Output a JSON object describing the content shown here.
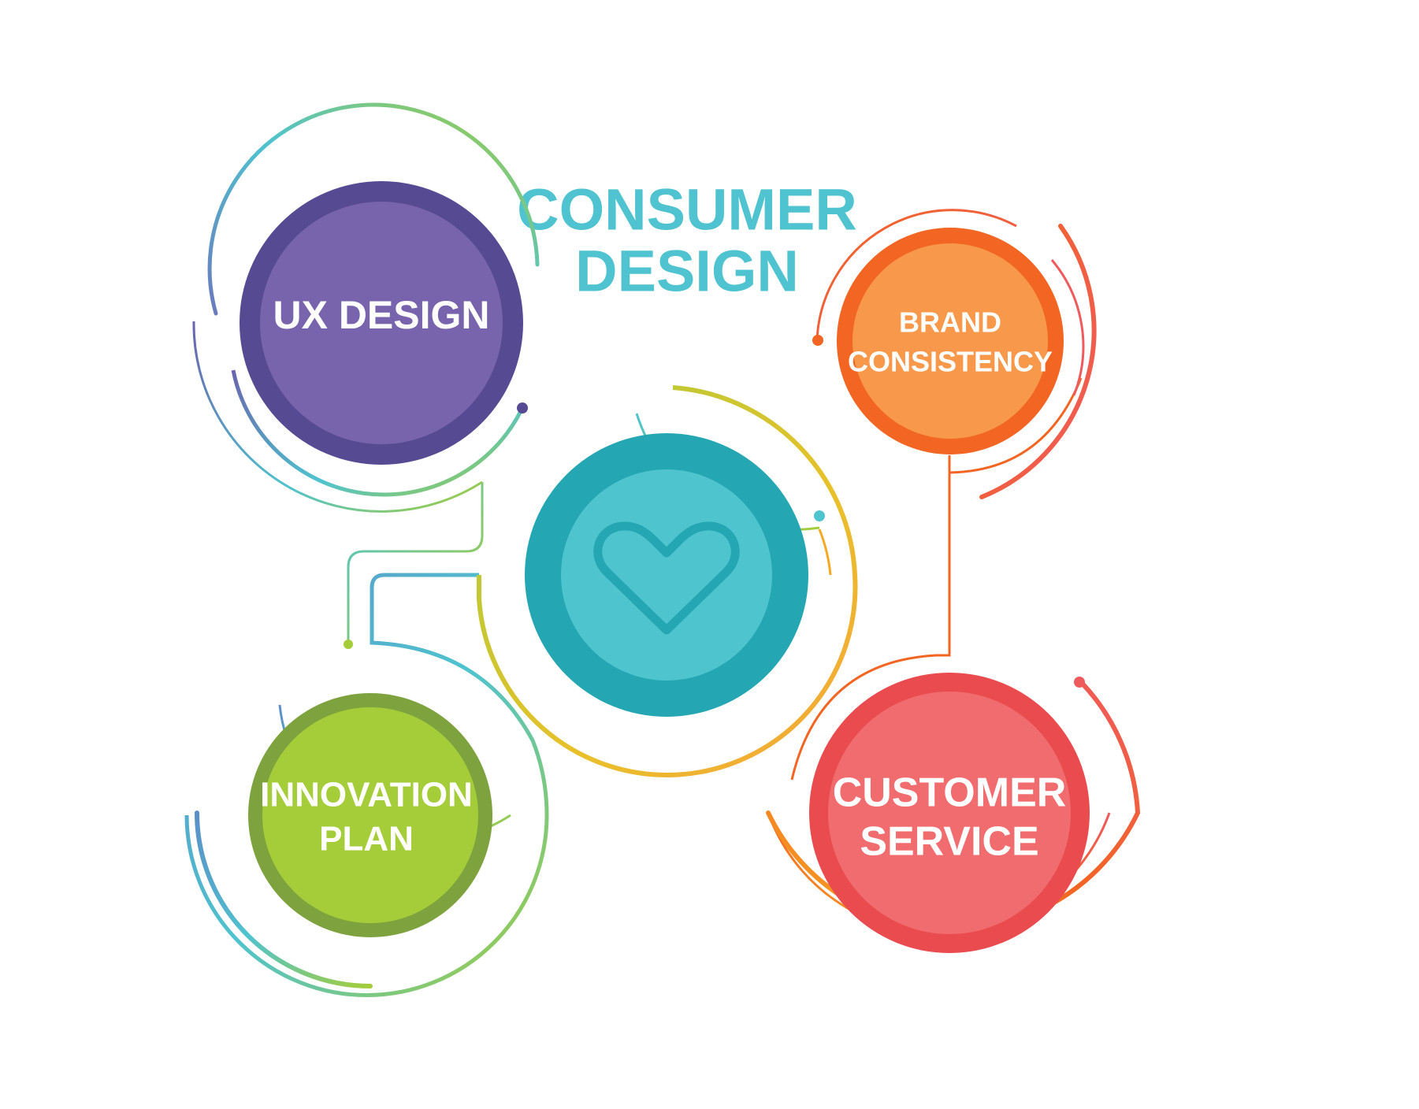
{
  "title": {
    "line1": "CONSUMER",
    "line2": "DESIGN"
  },
  "center": {
    "icon": "heart-icon"
  },
  "nodes": {
    "ux": {
      "lines": [
        "UX DESIGN"
      ]
    },
    "brand": {
      "lines": [
        "BRAND",
        "CONSISTENCY"
      ]
    },
    "innovation": {
      "lines": [
        "INNOVATION",
        "PLAN"
      ]
    },
    "customer": {
      "lines": [
        "CUSTOMER",
        "SERVICE"
      ]
    }
  },
  "colors": {
    "title": "#4fc3cf",
    "purple_outer": "#564a92",
    "purple_inner": "#7864ad",
    "orange_outer": "#f26522",
    "orange_inner": "#f7984a",
    "green_outer": "#7ea33e",
    "green_inner": "#a5cd3a",
    "red_outer": "#e94b4e",
    "red_inner": "#f16c6e",
    "teal_outer": "#25a7b3",
    "teal_inner": "#4ec4cf"
  }
}
